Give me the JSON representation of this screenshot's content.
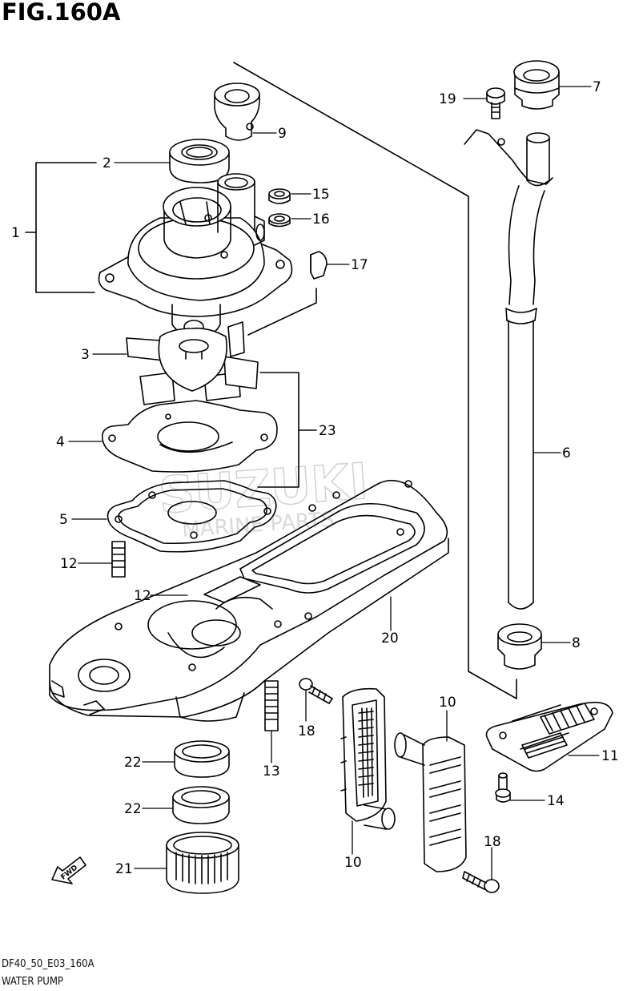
{
  "title": "FIG.160A",
  "footer": {
    "code": "DF40_50_E03_160A",
    "name": "WATER PUMP"
  },
  "watermark": {
    "brand": "SUZUKI",
    "subtitle": "MARINE PARTS"
  },
  "fwd_arrow_label": "FWD",
  "callouts": [
    "1",
    "2",
    "3",
    "4",
    "5",
    "6",
    "7",
    "8",
    "9",
    "10",
    "10",
    "11",
    "12",
    "12",
    "13",
    "14",
    "15",
    "16",
    "17",
    "18",
    "18",
    "19",
    "20",
    "21",
    "22",
    "22",
    "23"
  ]
}
